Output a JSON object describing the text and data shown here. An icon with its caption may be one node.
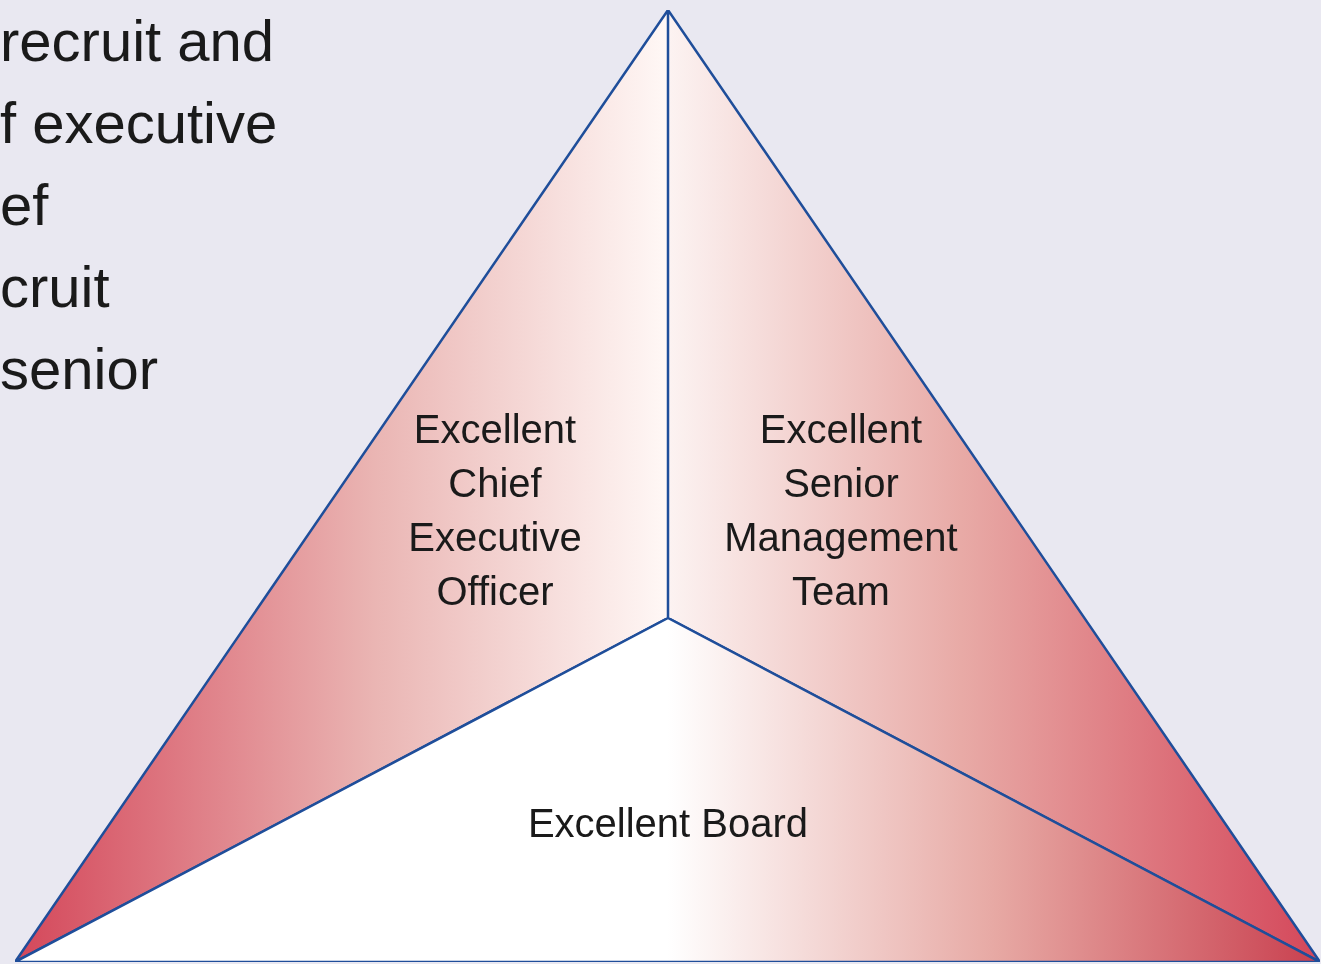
{
  "diagram": {
    "nodes": [
      {
        "text": [
          "Excellent Chief Executive Officer"
        ]
      },
      {
        "text": [
          "Excellent Senior Management Team"
        ]
      },
      {
        "text": [
          "Excellent Board"
        ]
      }
    ],
    "labels": [
      "recruit and",
      "f executive",
      "ef",
      "cruit",
      "senior"
    ]
  }
}
